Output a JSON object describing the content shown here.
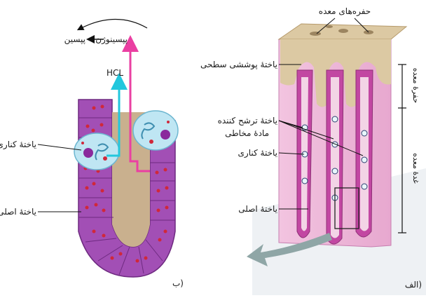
{
  "panel_b": {
    "label": "ب)",
    "top_pepsin": "پپسین",
    "top_pepsinogen": "پپسینوژن",
    "hcl": "HCL",
    "parietal_cell": "یاختهٔ کناری",
    "chief_cell": "یاختهٔ اصلی"
  },
  "panel_a": {
    "label": "الف)",
    "gastric_pits": "حفره‌های معده",
    "surface_epithelial_cell": "یاختهٔ پوششی سطحی",
    "mucus_secreting_cell_line1": "یاختهٔ ترشح کننده",
    "mucus_secreting_cell_line2": "مادهٔ مخاطی",
    "parietal_cell": "یاختهٔ کناری",
    "chief_cell": "یاختهٔ اصلی",
    "side_pit": "حفرهٔ معده",
    "side_gland": "غدهٔ معده"
  },
  "colors": {
    "purple_cells": "#a24fb5",
    "pink_tissue": "#ebb6d8",
    "tan": "#d9bf8f",
    "cyan_arrow": "#22c7dd",
    "magenta_arrow": "#ea3fa2"
  }
}
